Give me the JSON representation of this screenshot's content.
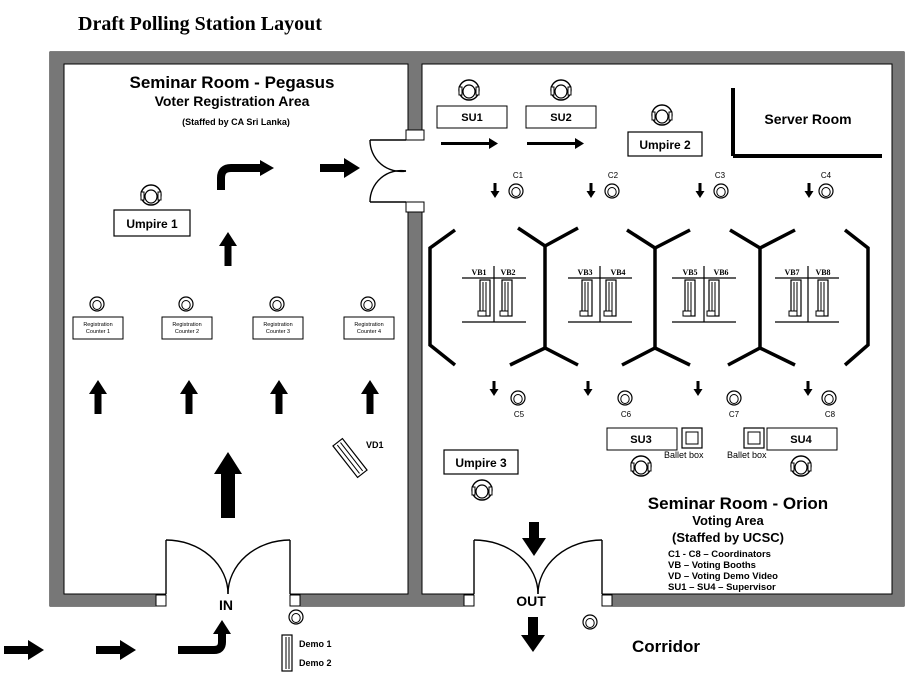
{
  "title": "Draft Polling Station Layout",
  "pegasus": {
    "name": "Seminar Room - Pegasus",
    "area": "Voter Registration Area",
    "staff": "(Staffed by CA Sri Lanka)",
    "umpire": "Umpire 1",
    "counters": [
      "Registration Counter 1",
      "Registration Counter 2",
      "Registration Counter 3",
      "Registration Counter 4"
    ],
    "vd": "VD1",
    "in_label": "IN"
  },
  "orion": {
    "name": "Seminar Room - Orion",
    "area": "Voting Area",
    "staff": "(Staffed by UCSC)",
    "server_room": "Server Room",
    "supervisors_top": [
      "SU1",
      "SU2"
    ],
    "supervisors_bottom": [
      "SU3",
      "SU4"
    ],
    "umpire2": "Umpire 2",
    "umpire3": "Umpire 3",
    "coordinators_top": [
      "C1",
      "C2",
      "C3",
      "C4"
    ],
    "coordinators_bottom": [
      "C5",
      "C6",
      "C7",
      "C8"
    ],
    "booths": [
      "VB1",
      "VB2",
      "VB3",
      "VB4",
      "VB5",
      "VB6",
      "VB7",
      "VB8"
    ],
    "ballot_box": "Ballet box",
    "out_label": "OUT",
    "legend": [
      "C1 - C8 – Coordinators",
      "VB – Voting Booths",
      "VD – Voting Demo Video",
      "SU1 – SU4 – Supervisor"
    ]
  },
  "corridor": {
    "label": "Corridor",
    "demo1": "Demo 1",
    "demo2": "Demo 2"
  }
}
